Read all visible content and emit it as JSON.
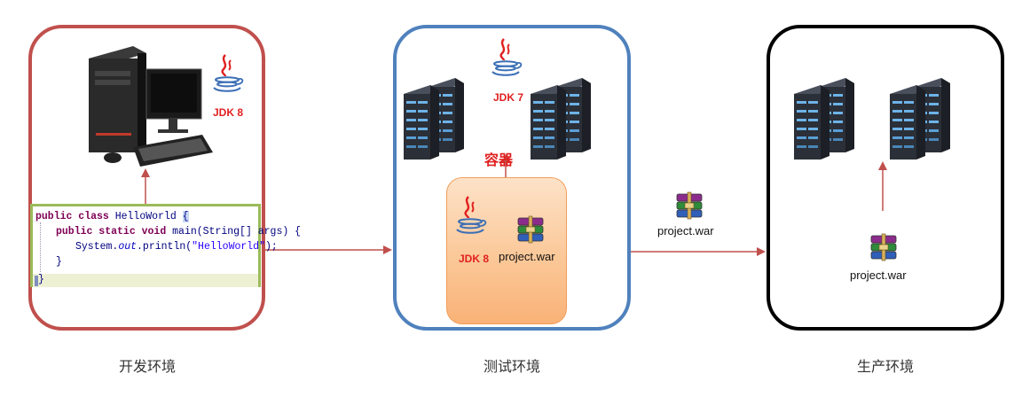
{
  "environments": {
    "dev": {
      "label": "开发环境",
      "jdk": "JDK 8"
    },
    "test": {
      "label": "测试环境",
      "jdk": "JDK 7",
      "container_label": "容器",
      "container_jdk": "JDK 8",
      "container_war": "project.war"
    },
    "prod": {
      "label": "生产环境",
      "war": "project.war"
    }
  },
  "transfer": {
    "war": "project.war"
  },
  "code": {
    "line1_kw": "public class",
    "line1_rest": " HelloWorld ",
    "line1_brace": "{",
    "line2_kw": "public static void",
    "line2_rest": " main(String[] args) {",
    "line3_a": "System.",
    "line3_field": "out",
    "line3_b": ".println(",
    "line3_str": "\"HelloWorld\"",
    "line3_c": ");",
    "line4": "}",
    "line5": "}"
  },
  "colors": {
    "dev_border": "#c0504d",
    "test_border": "#4f81bd",
    "prod_border": "#000000",
    "arrow": "#c0504d",
    "jdk_text": "#e02020",
    "container_fill": "#fbc898"
  }
}
